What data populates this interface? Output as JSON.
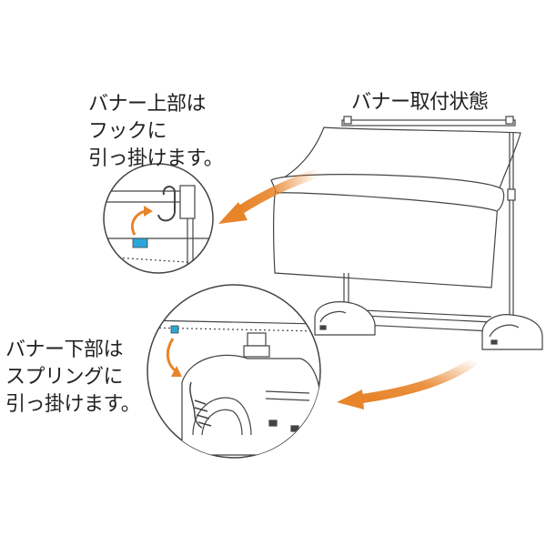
{
  "labels": {
    "installed": "バナー取付状態",
    "top": {
      "line1": "バナー上部は",
      "line2": "フックに",
      "line3": "引っ掛けます。"
    },
    "bottom": {
      "line1": "バナー下部は",
      "line2": "スプリングに",
      "line3": "引っ掛けます。"
    }
  },
  "colors": {
    "arrow": "#e8842a",
    "marker": "#2aa7d9",
    "line": "#444444"
  }
}
